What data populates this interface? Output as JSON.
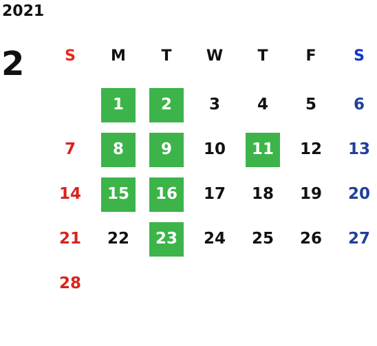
{
  "calendar": {
    "year": "2021",
    "month": "2",
    "weekdays": [
      "S",
      "M",
      "T",
      "W",
      "T",
      "F",
      "S"
    ],
    "first_weekday_index": 1,
    "highlight_color": "#3cb44a",
    "highlight_text_color": "#ffffff",
    "weekday_colors": [
      "#e8281e",
      "#111111",
      "#111111",
      "#111111",
      "#111111",
      "#111111",
      "#1035c8"
    ],
    "date_colors": [
      "#d8231e",
      "#111111",
      "#111111",
      "#111111",
      "#111111",
      "#111111",
      "#1f3f99"
    ],
    "days": [
      {
        "label": "1",
        "highlighted": true
      },
      {
        "label": "2",
        "highlighted": true
      },
      {
        "label": "3",
        "highlighted": false
      },
      {
        "label": "4",
        "highlighted": false
      },
      {
        "label": "5",
        "highlighted": false
      },
      {
        "label": "6",
        "highlighted": false
      },
      {
        "label": "7",
        "highlighted": false
      },
      {
        "label": "8",
        "highlighted": true
      },
      {
        "label": "9",
        "highlighted": true
      },
      {
        "label": "10",
        "highlighted": false
      },
      {
        "label": "11",
        "highlighted": true
      },
      {
        "label": "12",
        "highlighted": false
      },
      {
        "label": "13",
        "highlighted": false
      },
      {
        "label": "14",
        "highlighted": false
      },
      {
        "label": "15",
        "highlighted": true
      },
      {
        "label": "16",
        "highlighted": true
      },
      {
        "label": "17",
        "highlighted": false
      },
      {
        "label": "18",
        "highlighted": false
      },
      {
        "label": "19",
        "highlighted": false
      },
      {
        "label": "20",
        "highlighted": false
      },
      {
        "label": "21",
        "highlighted": false
      },
      {
        "label": "22",
        "highlighted": false
      },
      {
        "label": "23",
        "highlighted": true
      },
      {
        "label": "24",
        "highlighted": false
      },
      {
        "label": "25",
        "highlighted": false
      },
      {
        "label": "26",
        "highlighted": false
      },
      {
        "label": "27",
        "highlighted": false
      },
      {
        "label": "28",
        "highlighted": false
      }
    ]
  }
}
